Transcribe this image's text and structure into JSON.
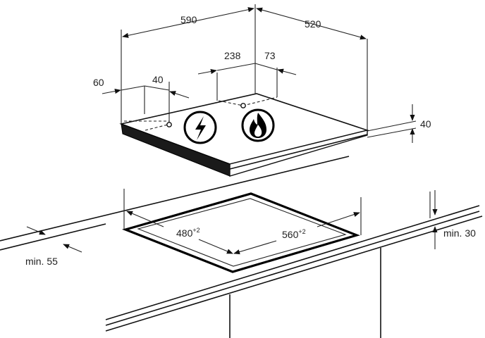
{
  "labels": {
    "width_590": "590",
    "depth_520": "520",
    "dim_238": "238",
    "dim_73": "73",
    "dim_60": "60",
    "dim_40_left": "40",
    "height_40": "40",
    "cutout_480": "480",
    "cutout_480_tol": "+2",
    "cutout_560": "560",
    "cutout_560_tol": "+2",
    "min_55": "min. 55",
    "min_30": "min. 30"
  },
  "icons": {
    "electric": "lightning-bolt-in-circle",
    "gas": "flame-in-circle"
  },
  "colors": {
    "line": "#000000",
    "background": "#ffffff",
    "hob_edge": "#111111"
  }
}
